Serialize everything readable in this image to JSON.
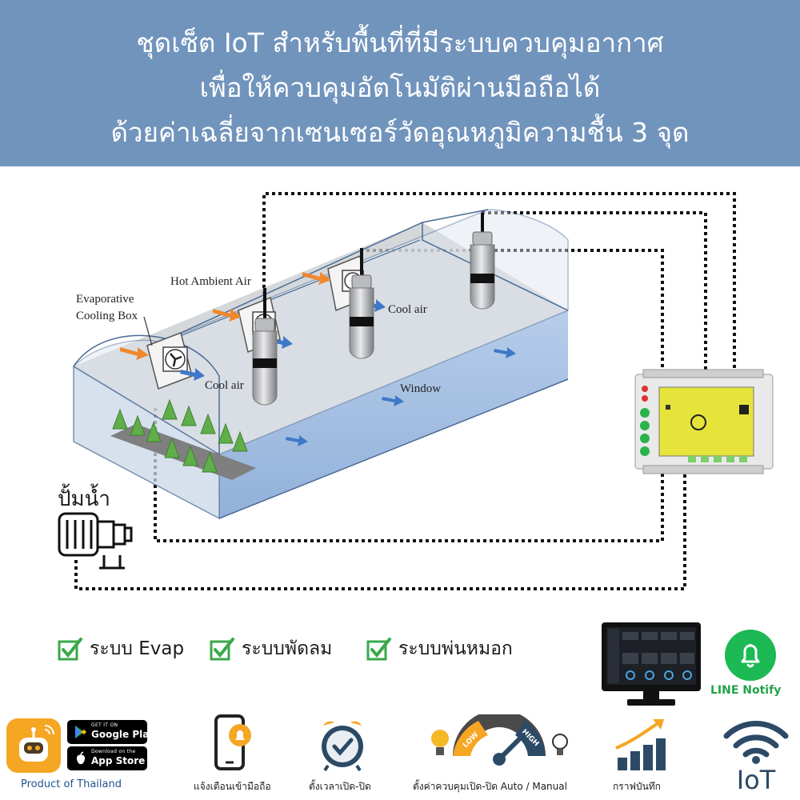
{
  "header": {
    "line1": "ชุดเซ็ต IoT สำหรับพื้นที่ที่มีระบบควบคุมอากาศ",
    "line2": "เพื่อให้ควบคุมอัตโนมัติผ่านมือถือได้",
    "line3": "ด้วยค่าเฉลี่ยจากเซนเซอร์วัดอุณหภูมิความชื้น 3 จุด",
    "background": "#7194bd"
  },
  "diagram": {
    "evap_box_line1": "Evaporative",
    "evap_box_line2": "Cooling Box",
    "hot_ambient_air": "Hot Ambient Air",
    "cool_air_1": "Cool air",
    "cool_air_2": "Cool air",
    "window": "Window",
    "pump_label": "ปั้มน้ำ"
  },
  "features": [
    {
      "label": "ระบบ Evap"
    },
    {
      "label": "ระบบพัดลม"
    },
    {
      "label": "ระบบพ่นหมอก"
    }
  ],
  "notify": {
    "label": "LINE Notify",
    "color": "#1db954"
  },
  "stores": {
    "google_small": "GET IT ON",
    "google_big": "Google Play",
    "apple_small": "Download on the",
    "apple_big": "App Store"
  },
  "product_label": "Product of Thailand",
  "bottom_captions": {
    "notify_phone": "แจ้งเตือนเข้ามือถือ",
    "timer": "ตั้งเวลาเปิด-ปิด",
    "control": "ตั้งค่าควบคุมเปิด-ปิด Auto / Manual",
    "graph": "กราฟบันทึก"
  },
  "gauge": {
    "low": "LOW",
    "high": "HIGH"
  },
  "iot_logo_text": "IoT",
  "icons": [
    "check-icon",
    "bell-icon",
    "phone-icon",
    "alarm-clock-icon",
    "gauge-icon",
    "bar-chart-icon",
    "wifi-icon",
    "robot-icon",
    "google-play-icon",
    "apple-icon",
    "monitor-icon",
    "water-pump-icon",
    "fan-icon",
    "sensor-probe-icon",
    "controller-box-icon"
  ]
}
